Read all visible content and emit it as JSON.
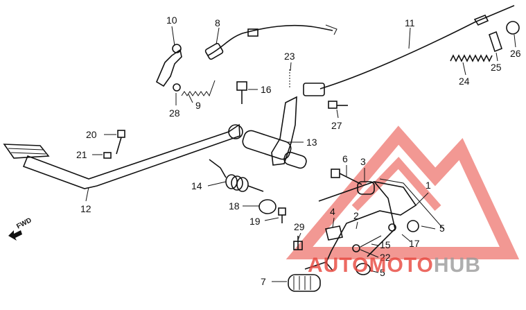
{
  "labels": {
    "p1": "1",
    "p2": "2",
    "p3": "3",
    "p4": "4",
    "p5a": "5",
    "p5b": "5",
    "p6": "6",
    "p7": "7",
    "p8": "8",
    "p9": "9",
    "p10": "10",
    "p11": "11",
    "p12": "12",
    "p13": "13",
    "p14": "14",
    "p15": "15",
    "p16": "16",
    "p17": "17",
    "p18": "18",
    "p19": "19",
    "p20": "20",
    "p21": "21",
    "p22": "22",
    "p23": "23",
    "p24": "24",
    "p25": "25",
    "p26": "26",
    "p27": "27",
    "p28": "28",
    "p29": "29"
  },
  "fwd": "FWD",
  "watermark": {
    "part1": "AUTO",
    "part2": "MOTO",
    "part3": "HUB",
    "color_red": "#e8453c",
    "color_gray": "#9a9a9a"
  }
}
